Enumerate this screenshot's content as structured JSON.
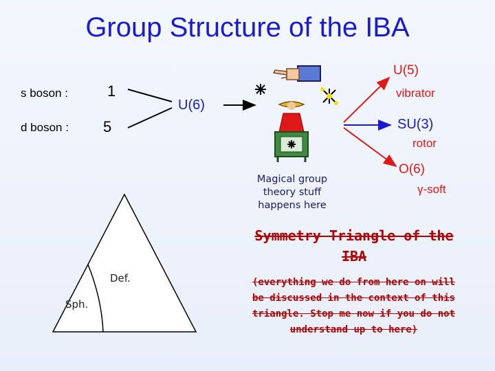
{
  "title": "Group Structure of the IBA",
  "bosons": {
    "s_label": "s boson :",
    "s_value": "1",
    "d_label": "d boson :",
    "d_value": "5"
  },
  "groups": {
    "u6": "U(6)",
    "u5": "U(5)",
    "u5_desc": "vibrator",
    "su3": "SU(3)",
    "su3_desc": "rotor",
    "o6": "O(6)",
    "o6_desc": "γ-soft"
  },
  "magic_text": "Magical group theory stuff happens here",
  "triangle": {
    "def_label": "Def.",
    "sph_label": "Sph."
  },
  "symmetry": {
    "title": "Symmetry Triangle of the IBA",
    "note": "(everything we do from here on will be discussed in the context of this triangle. Stop me now if you do not understand up to here)"
  },
  "colors": {
    "title": "#1a1ad0",
    "arrow": "#1a1ad0",
    "red_group": "#e01818",
    "struck_text": "#b00000"
  }
}
